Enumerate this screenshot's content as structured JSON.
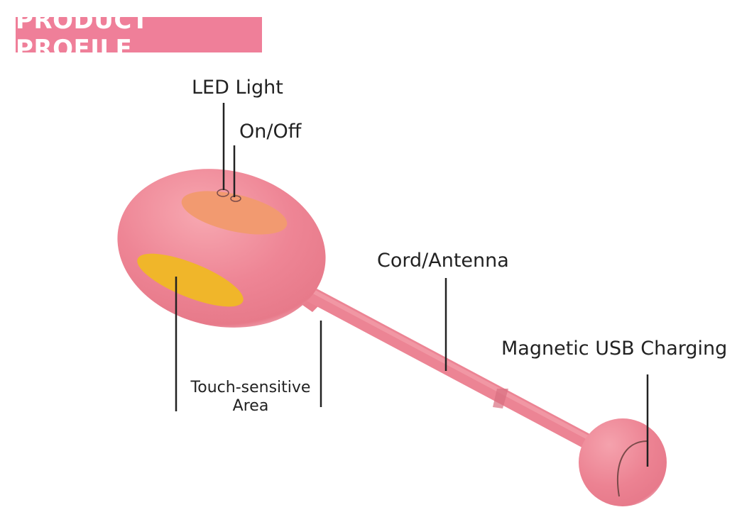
{
  "header": {
    "title": "PRODUCT PROFILE"
  },
  "labels": {
    "led_light": "LED Light",
    "on_off": "On/Off",
    "cord_antenna": "Cord/Antenna",
    "magnetic_usb_charging": "Magnetic USB Charging",
    "touch_sensitive_line1": "Touch-sensitive",
    "touch_sensitive_line2": "Area"
  },
  "colors": {
    "banner": "#ef7f99",
    "body_pink": "#f08a98",
    "touch_area": "#f0b62a",
    "button_area": "#f29a70",
    "leader_line": "#222222"
  }
}
